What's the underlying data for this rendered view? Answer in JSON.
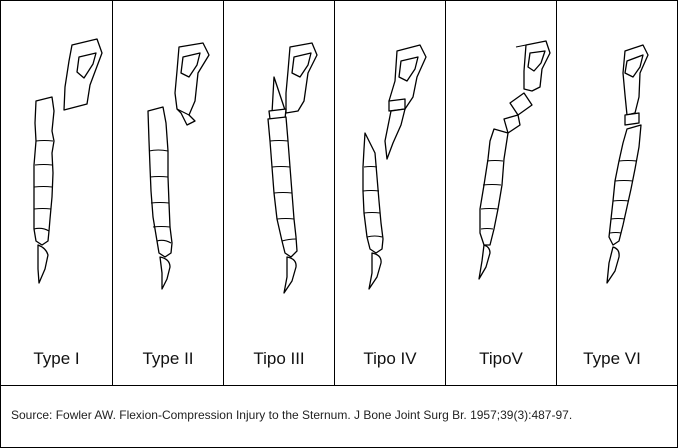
{
  "panels": [
    {
      "id": "type-1",
      "label": "Type I"
    },
    {
      "id": "type-2",
      "label": "Type II"
    },
    {
      "id": "type-3",
      "label": "Tipo III"
    },
    {
      "id": "type-4",
      "label": "Tipo IV"
    },
    {
      "id": "type-5",
      "label": "TipoV"
    },
    {
      "id": "type-6",
      "label": "Type VI"
    }
  ],
  "source": "Source: Fowler AW. Flexion-Compression Injury to the Sternum. J Bone Joint Surg Br. 1957;39(3):487-97."
}
